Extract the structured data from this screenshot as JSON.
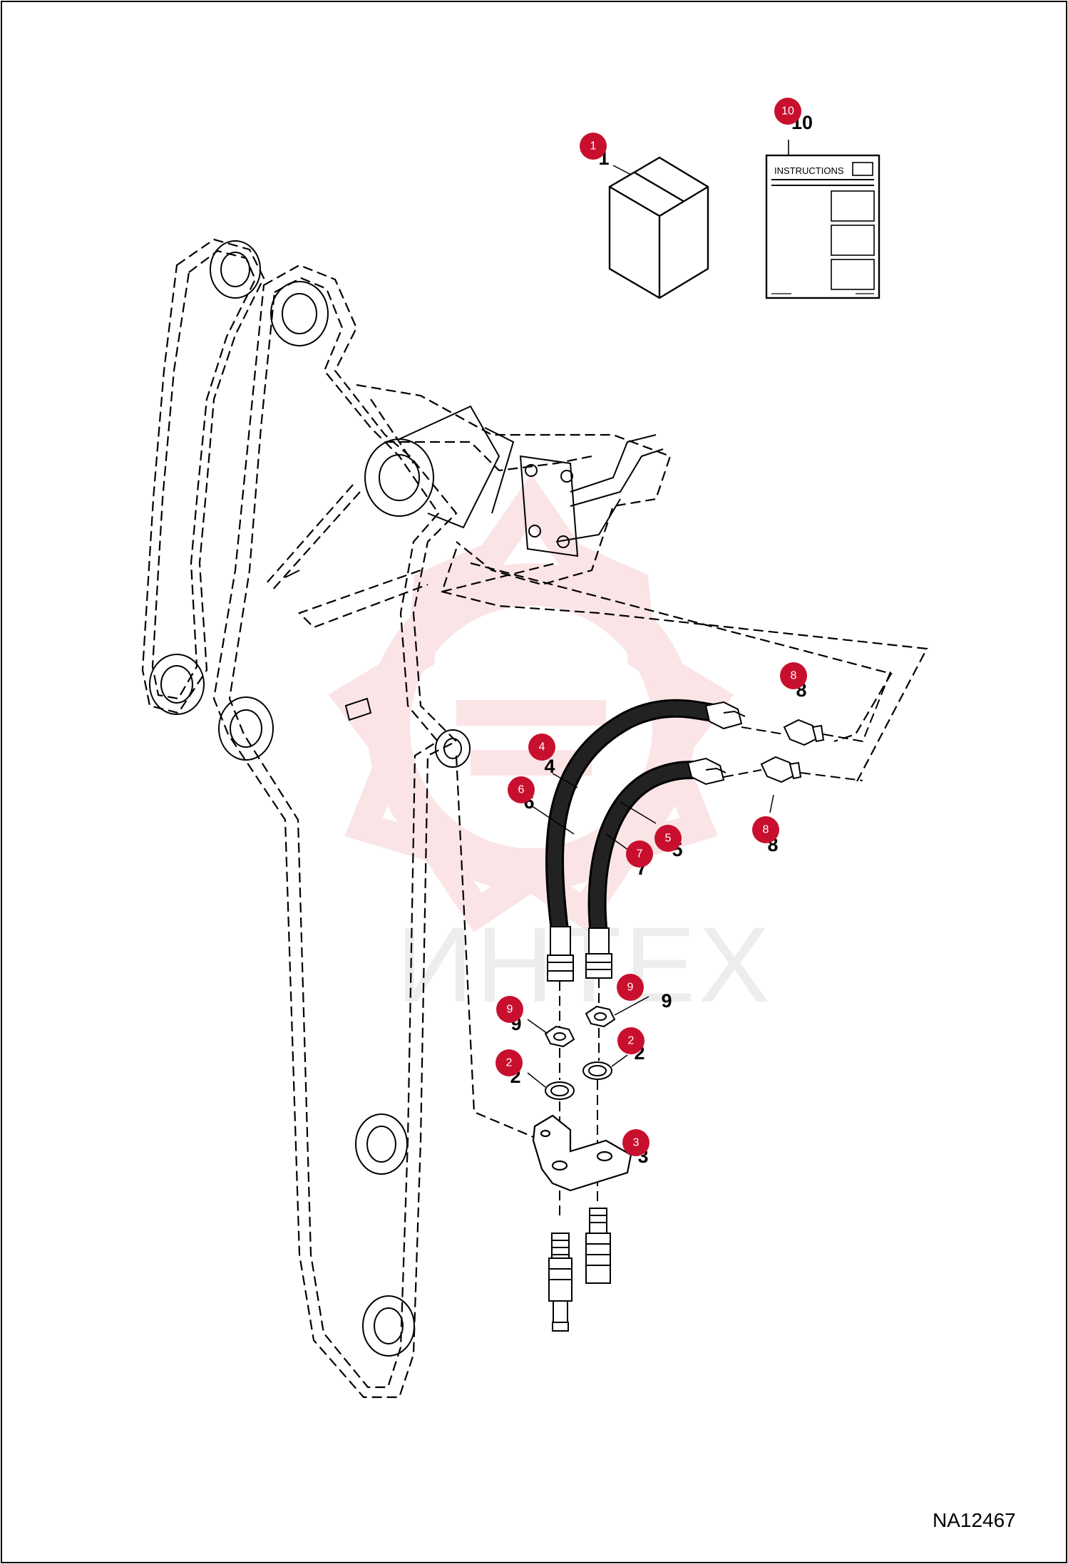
{
  "diagram": {
    "figure_id": "NA12467",
    "instructions_label": "INSTRUCTIONS",
    "watermark_text": "ИНТЕХ",
    "accent_color": "#c8102e",
    "watermark_color": "#f2b3b8",
    "callouts": [
      {
        "label": "1"
      },
      {
        "label": "10"
      },
      {
        "label": "8"
      },
      {
        "label": "4"
      },
      {
        "label": "6"
      },
      {
        "label": "5"
      },
      {
        "label": "7"
      },
      {
        "label": "8"
      },
      {
        "label": "9"
      },
      {
        "label": "9"
      },
      {
        "label": "2"
      },
      {
        "label": "2"
      },
      {
        "label": "3"
      }
    ],
    "plain_numbers": [
      {
        "label": "1"
      },
      {
        "label": "10"
      },
      {
        "label": "8"
      },
      {
        "label": "4"
      },
      {
        "label": "6"
      },
      {
        "label": "5"
      },
      {
        "label": "7"
      },
      {
        "label": "8"
      },
      {
        "label": "9"
      },
      {
        "label": "9"
      },
      {
        "label": "2"
      },
      {
        "label": "2"
      },
      {
        "label": "3"
      }
    ]
  }
}
